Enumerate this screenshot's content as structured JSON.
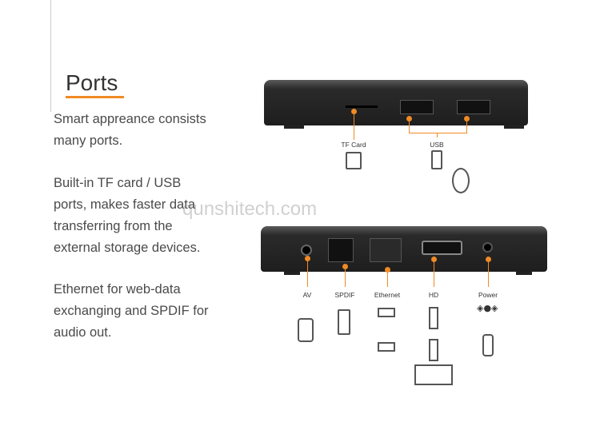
{
  "heading": "Ports",
  "paragraphs": [
    [
      "Smart appreance consists",
      "many ports."
    ],
    [
      "Built-in TF card / USB",
      "ports, makes faster data",
      "transferring from the",
      "external storage devices."
    ],
    [
      "Ethernet for web-data",
      "exchanging and SPDIF for",
      "audio out."
    ]
  ],
  "watermark": "qunshitech.com",
  "front_ports": {
    "tf": "TF Card",
    "usb": "USB"
  },
  "back_ports": {
    "av": "AV",
    "spdif": "SPDIF",
    "ethernet": "Ethernet",
    "hd": "HD",
    "power": "Power"
  },
  "accent": "#f08a24"
}
